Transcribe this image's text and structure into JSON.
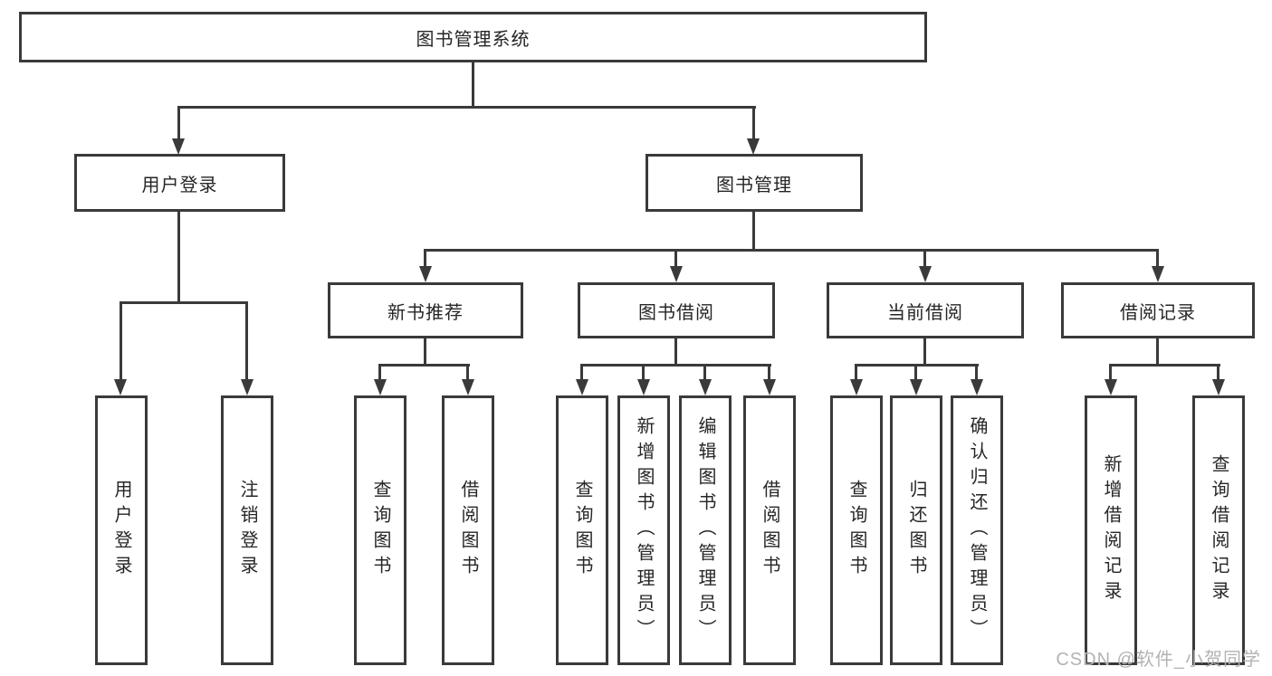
{
  "diagram": {
    "root": {
      "label": "图书管理系统"
    },
    "level2": [
      {
        "label": "用户登录"
      },
      {
        "label": "图书管理"
      }
    ],
    "level3": [
      {
        "label": "新书推荐"
      },
      {
        "label": "图书借阅"
      },
      {
        "label": "当前借阅"
      },
      {
        "label": "借阅记录"
      }
    ],
    "leaves": {
      "user_login": [
        {
          "label": "用户登录"
        },
        {
          "label": "注销登录"
        }
      ],
      "new_books": [
        {
          "label": "查询图书"
        },
        {
          "label": "借阅图书"
        }
      ],
      "book_borrow": [
        {
          "label": "查询图书"
        },
        {
          "label": "新增图书（管理员）"
        },
        {
          "label": "编辑图书（管理员）"
        },
        {
          "label": "借阅图书"
        }
      ],
      "current_borrow": [
        {
          "label": "查询图书"
        },
        {
          "label": "归还图书"
        },
        {
          "label": "确认归还（管理员）"
        }
      ],
      "borrow_records": [
        {
          "label": "新增借阅记录"
        },
        {
          "label": "查询借阅记录"
        }
      ]
    }
  },
  "watermark": {
    "text": "CSDN @软件_小贺同学"
  },
  "colors": {
    "line": "#3a3a3a",
    "border": "#3a3a3a",
    "text": "#262626",
    "watermark": "#b3b3b3",
    "background": "#ffffff"
  }
}
